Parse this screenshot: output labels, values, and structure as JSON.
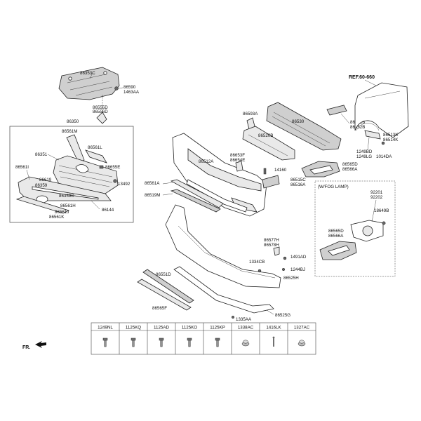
{
  "reference": {
    "text": "REF.60-660"
  },
  "direction": {
    "text": "FR."
  },
  "fog_lamp_group": {
    "title": "(W/FOG LAMP)"
  },
  "part_labels": {
    "p86353C": "86353C",
    "p86590": "86590",
    "p1463AA": "1463AA",
    "p86555D": "86555D",
    "p86556D": "86556D",
    "p86350": "86350",
    "p86561M": "86561M",
    "p86561L": "86561L",
    "p86351": "86351",
    "p86655E": "86655E",
    "p86561I": "86561I",
    "p86619": "86619",
    "p86359": "86359",
    "p13492": "13492",
    "p86359C": "86359C",
    "p86561H": "86561H",
    "p86561J": "86561J",
    "p86144": "86144",
    "p86561K": "86561K",
    "p86593A": "86593A",
    "p86530": "86530",
    "p86551B": "86551B",
    "p86552B": "86552B",
    "p86520B": "86520B",
    "p86653F": "86653F",
    "p86654E": "86654E",
    "p86512A": "86512A",
    "p14160": "14160",
    "p86565D": "86565D",
    "p86566A_a": "86566A",
    "p86515C": "86515C",
    "p86516A": "86516A",
    "p86561A": "86561A",
    "p86519M": "86519M",
    "p86513K": "86513K",
    "p86514K": "86514K",
    "p1249BD": "1249BD",
    "p1249LG": "1249LG",
    "p1014DA": "1014DA",
    "p92201": "92201",
    "p92202": "92202",
    "p18649B": "18649B",
    "p86565D_b": "86565D",
    "p86566A_b": "86566A",
    "p86577H": "86577H",
    "p86578H": "86578H",
    "p1491AD": "1491AD",
    "p1334CB": "1334CB",
    "p1244BJ": "1244BJ",
    "p86525H": "86525H",
    "p86551D": "86551D",
    "p86565F": "86565F",
    "p86525G": "86525G",
    "p1335AA": "1335AA"
  },
  "fastener_table": {
    "headers": [
      "1249NL",
      "1125KQ",
      "1125AD",
      "1125KO",
      "1125KP",
      "1338AC",
      "1416LK",
      "1327AC"
    ],
    "icons": [
      "bolt-icon",
      "bolt-icon",
      "bolt-icon",
      "bolt-icon",
      "bolt-icon",
      "clip-nut-icon",
      "pin-icon",
      "clip-nut-icon"
    ]
  }
}
